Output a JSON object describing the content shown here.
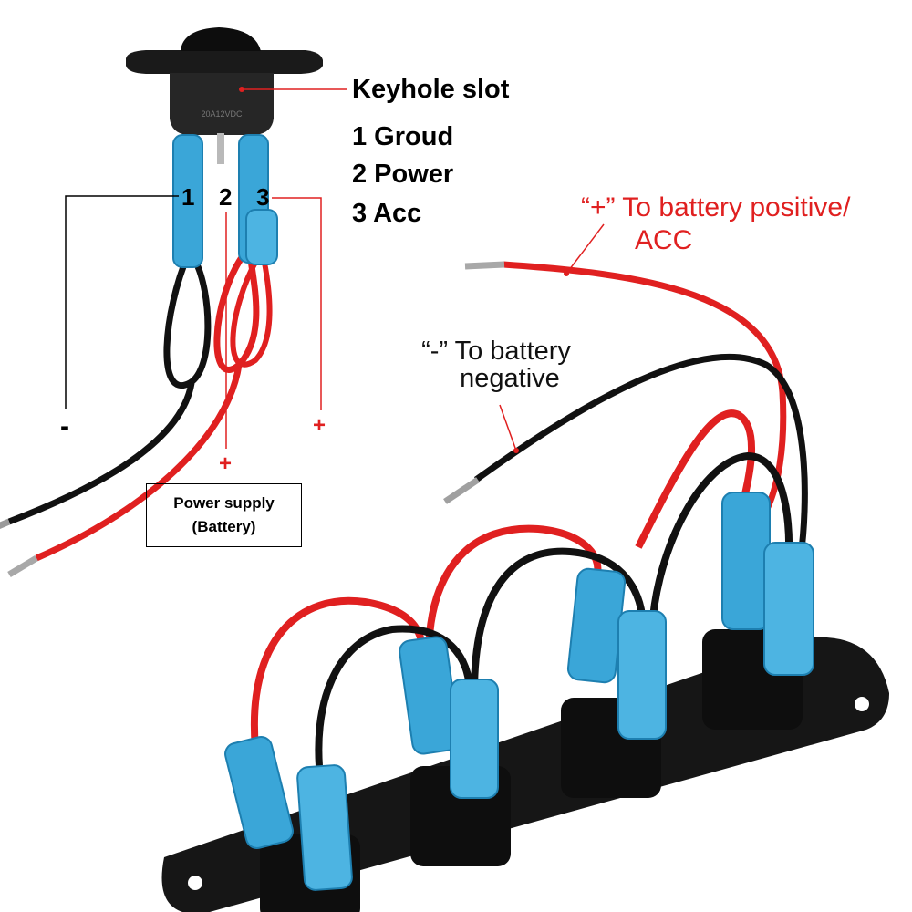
{
  "colors": {
    "wire_red": "#e02020",
    "wire_black": "#111111",
    "terminal_blue": "#3aa6d8",
    "panel_black": "#141414",
    "annotation_red": "#e02020"
  },
  "legend": {
    "keyhole": "Keyhole slot",
    "items": [
      "1 Groud",
      "2 Power",
      "3 Acc"
    ]
  },
  "switch": {
    "rating_text": "20A12VDC",
    "pins": [
      "1",
      "2",
      "3"
    ]
  },
  "polarity_markers": {
    "minus": "-",
    "plus_power": "+",
    "plus_acc": "+"
  },
  "power_supply_box": {
    "line1": "Power supply",
    "line2": "(Battery)"
  },
  "callouts": {
    "positive_line1": "“+” To battery positive/",
    "positive_line2": "ACC",
    "negative_line1": "“-” To battery",
    "negative_line2": "negative"
  }
}
